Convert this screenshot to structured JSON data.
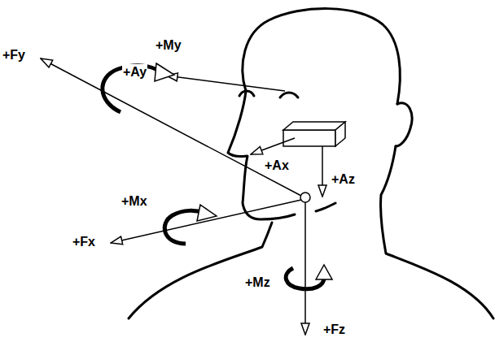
{
  "diagram": {
    "labels": [
      "+Ay",
      "+My",
      "+Fy",
      "+Ax",
      "+Az",
      "+Mx",
      "+Fx",
      "+Mz",
      "+Fz"
    ]
  }
}
